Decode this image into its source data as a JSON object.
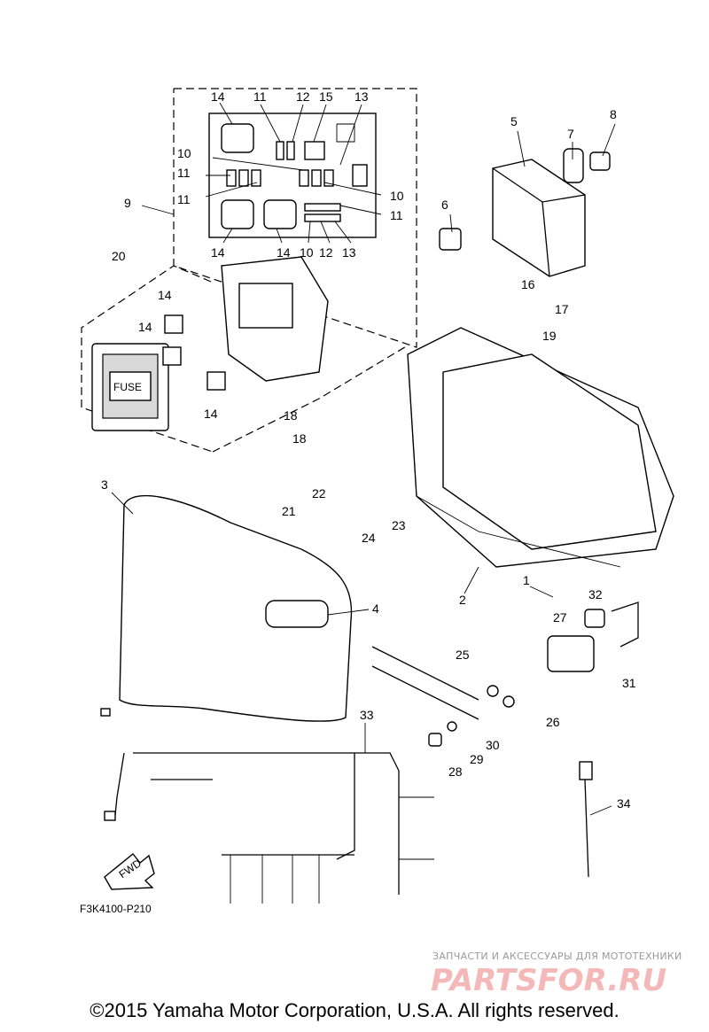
{
  "diagram": {
    "code": "F3K4100-P210",
    "callouts": [
      "1",
      "2",
      "3",
      "4",
      "5",
      "6",
      "7",
      "8",
      "9",
      "10",
      "11",
      "12",
      "13",
      "14",
      "15",
      "16",
      "17",
      "18",
      "19",
      "20",
      "21",
      "22",
      "23",
      "24",
      "25",
      "26",
      "27",
      "28",
      "29",
      "30",
      "31",
      "32",
      "33",
      "34"
    ],
    "fuse_label": "FUSE",
    "fwd_label": "FWD"
  },
  "watermark": {
    "line1": "ЗАПЧАСТИ И АКСЕССУАРЫ ДЛЯ МОТОТЕХНИКИ",
    "line2": "PARTSFOR.RU"
  },
  "footer": {
    "copyright": "©2015 Yamaha Motor Corporation, U.S.A. All rights reserved."
  }
}
